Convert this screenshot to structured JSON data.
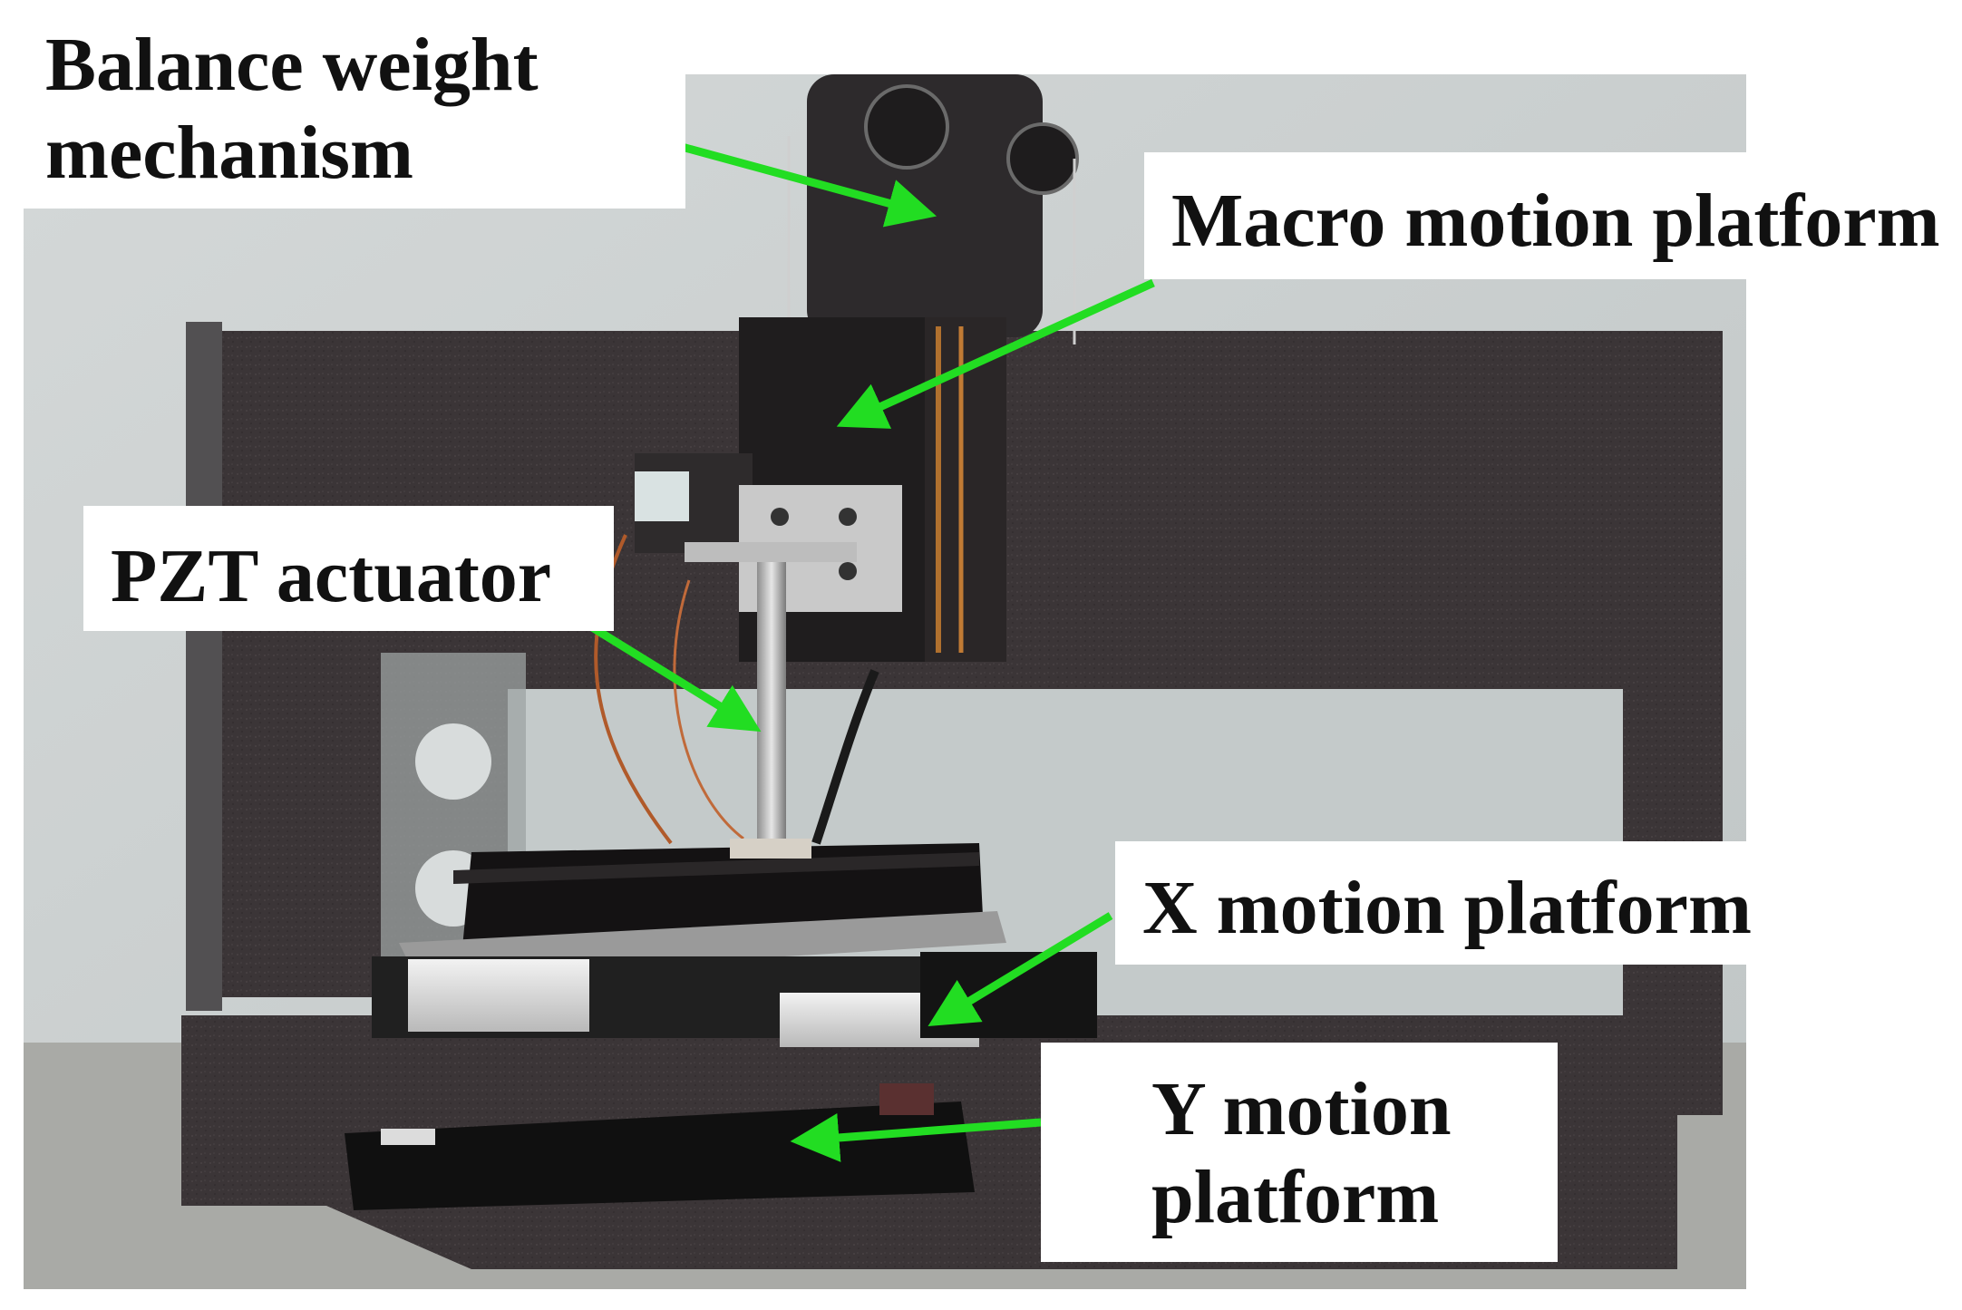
{
  "figure": {
    "labels": {
      "balance_line1": "Balance weight",
      "balance_line2": "mechanism",
      "macro": "Macro motion platform",
      "pzt": "PZT actuator",
      "x_platform": "X motion platform",
      "y_line1": "Y motion",
      "y_line2": "platform"
    },
    "colors": {
      "arrow": "#22dd22",
      "background_wall": "#c9cfcf",
      "granite": "#3a3436",
      "label_box": "#ffffff",
      "label_text": "#111111"
    }
  }
}
